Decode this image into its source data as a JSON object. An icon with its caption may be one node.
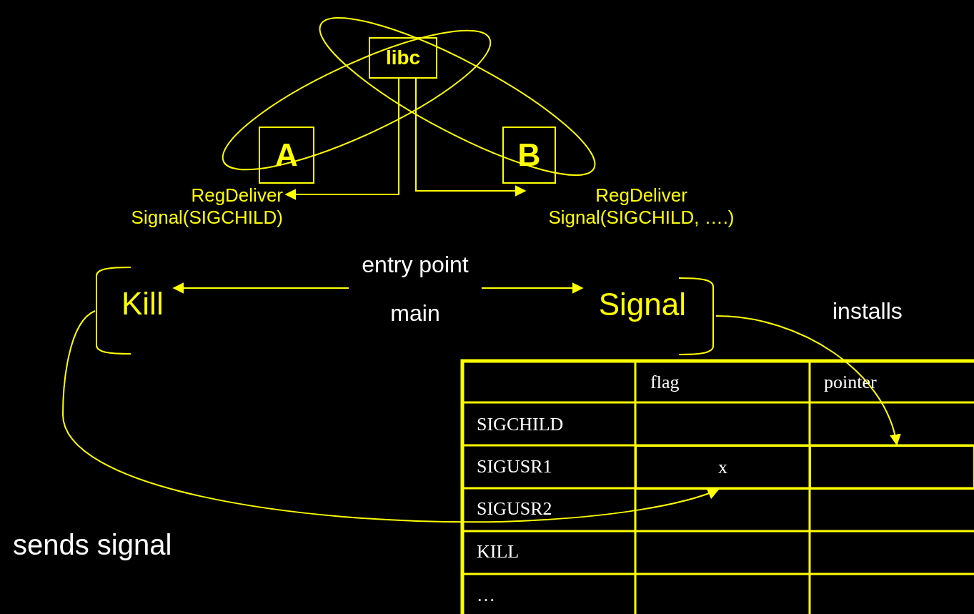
{
  "diagram": {
    "nodes": [
      {
        "text": [
          "libc"
        ]
      },
      {
        "text": [
          "A"
        ]
      },
      {
        "text": [
          "B"
        ]
      },
      {
        "text": [
          "RegDeliver Signal(SIGCHILD)"
        ]
      },
      {
        "text": [
          "RegDeliver Signal(SIGCHILD, ….)"
        ]
      },
      {
        "text": [
          "entry point",
          "main"
        ]
      },
      {
        "text": [
          "Kill"
        ]
      },
      {
        "text": [
          "Signal"
        ]
      },
      {
        "text": [
          "x"
        ]
      },
      {
        "text": [],
        "shape": "box"
      }
    ],
    "edges": [
      {
        "from": 0,
        "to": 3,
        "arrow": "to"
      },
      {
        "from": 0,
        "to": 4,
        "arrow": "to"
      },
      {
        "from": 5,
        "to": 6,
        "arrow": "to"
      },
      {
        "from": 5,
        "to": 7,
        "arrow": "to"
      },
      {
        "from": 7,
        "to": 9,
        "arrow": "to"
      },
      {
        "from": 6,
        "to": 8,
        "arrow": "to"
      }
    ],
    "labels": [
      "installs",
      "flag",
      "pointer",
      "SIGCHILD",
      "SIGUSR1",
      "SIGUSR2",
      "KILL",
      "…",
      "sends signal"
    ]
  }
}
